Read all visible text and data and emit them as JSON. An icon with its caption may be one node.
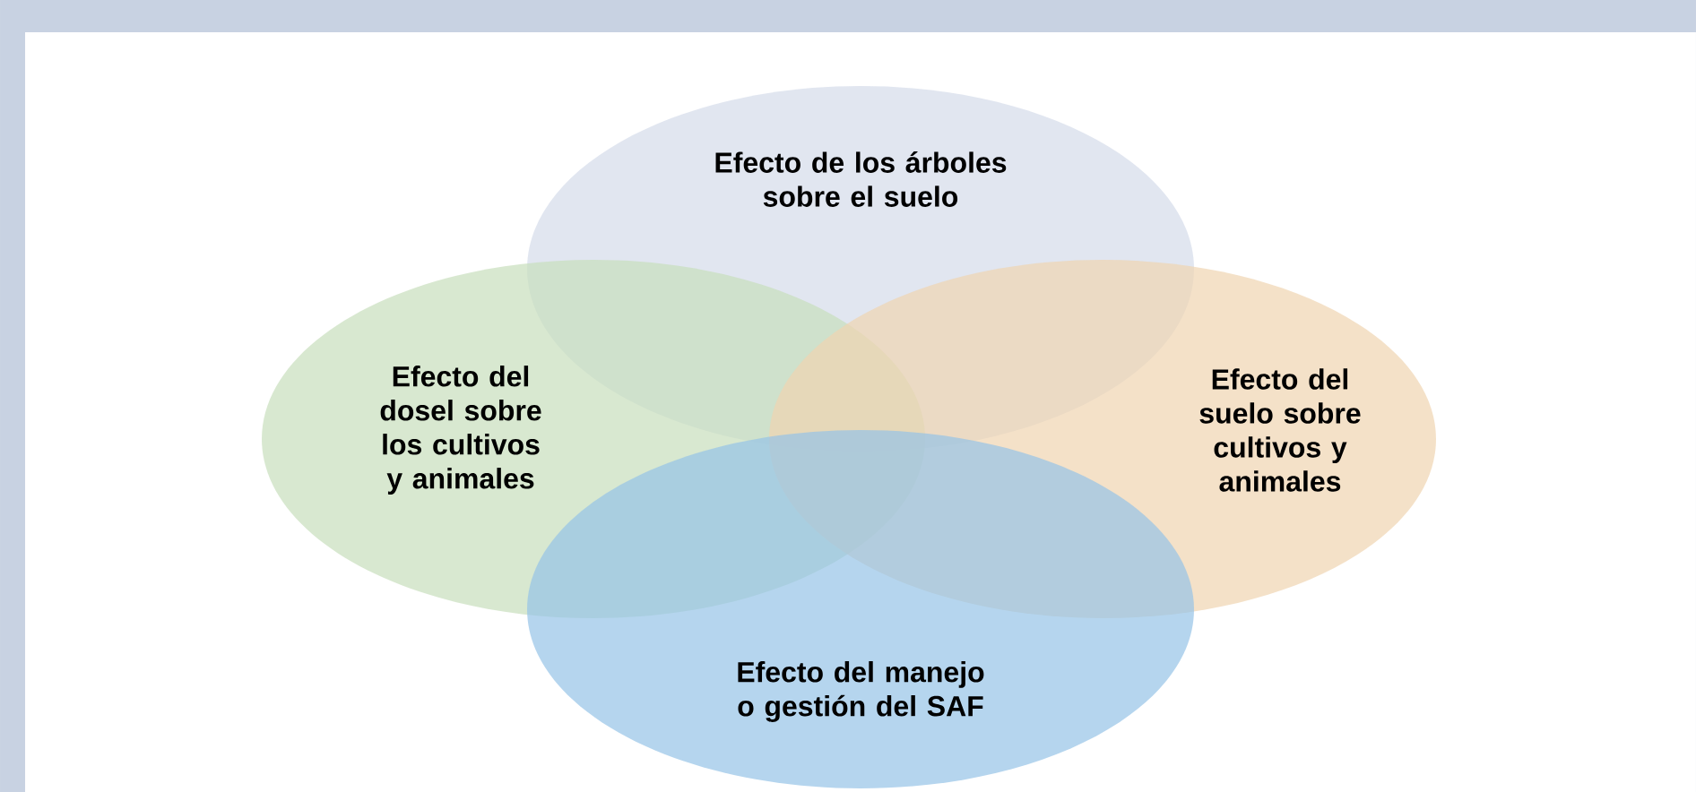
{
  "diagram": {
    "nodes": [
      {
        "text": [
          "Efecto de los árboles sobre el suelo"
        ]
      },
      {
        "text": [
          "Efecto del dosel sobre los cultivos y animales"
        ]
      },
      {
        "text": [
          "Efecto del suelo sobre cultivos y animales"
        ]
      },
      {
        "text": [
          "Efecto del manejo o gestión del SAF"
        ]
      }
    ]
  }
}
